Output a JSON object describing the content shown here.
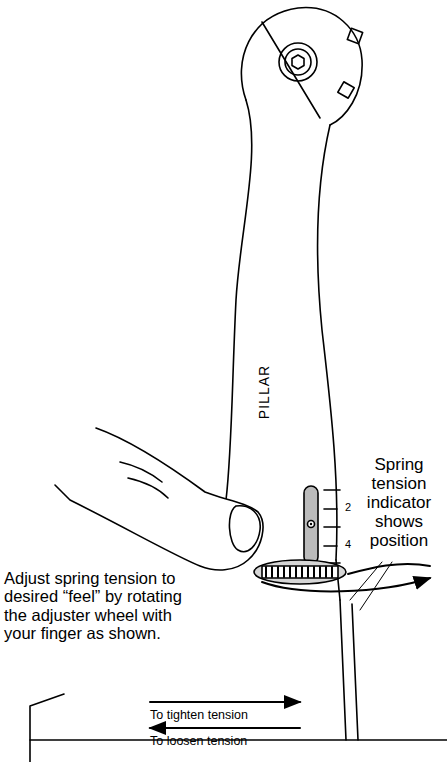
{
  "diagram": {
    "labels": [
      "PILLAR",
      "2",
      "4",
      "Spring tension indicator shows position",
      "Adjust spring tension to desired “feel” by rotating the adjuster wheel with your finger as shown.",
      "To tighten tension",
      "To loosen tension"
    ]
  }
}
